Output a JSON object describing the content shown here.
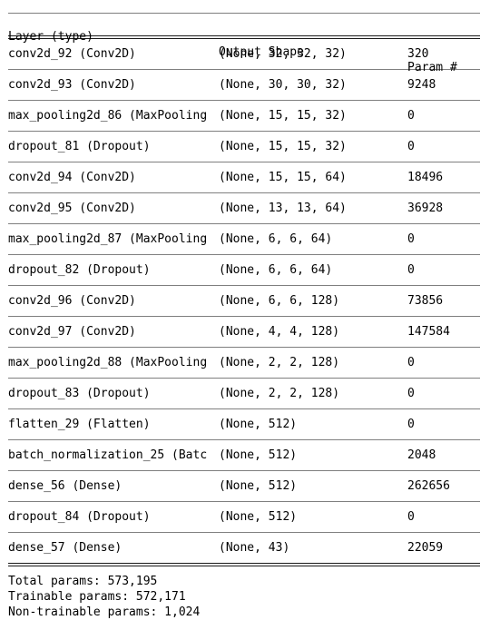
{
  "header": {
    "col_layer": "Layer (type)",
    "col_shape": "Output Shape",
    "col_params": "Param #"
  },
  "layers": [
    {
      "name": "conv2d_92 (Conv2D)",
      "shape": "(None, 32, 32, 32)",
      "params": "320"
    },
    {
      "name": "conv2d_93 (Conv2D)",
      "shape": "(None, 30, 30, 32)",
      "params": "9248"
    },
    {
      "name": "max_pooling2d_86 (MaxPooling",
      "shape": "(None, 15, 15, 32)",
      "params": "0"
    },
    {
      "name": "dropout_81 (Dropout)",
      "shape": "(None, 15, 15, 32)",
      "params": "0"
    },
    {
      "name": "conv2d_94 (Conv2D)",
      "shape": "(None, 15, 15, 64)",
      "params": "18496"
    },
    {
      "name": "conv2d_95 (Conv2D)",
      "shape": "(None, 13, 13, 64)",
      "params": "36928"
    },
    {
      "name": "max_pooling2d_87 (MaxPooling",
      "shape": "(None, 6, 6, 64)",
      "params": "0"
    },
    {
      "name": "dropout_82 (Dropout)",
      "shape": "(None, 6, 6, 64)",
      "params": "0"
    },
    {
      "name": "conv2d_96 (Conv2D)",
      "shape": "(None, 6, 6, 128)",
      "params": "73856"
    },
    {
      "name": "conv2d_97 (Conv2D)",
      "shape": "(None, 4, 4, 128)",
      "params": "147584"
    },
    {
      "name": "max_pooling2d_88 (MaxPooling",
      "shape": "(None, 2, 2, 128)",
      "params": "0"
    },
    {
      "name": "dropout_83 (Dropout)",
      "shape": "(None, 2, 2, 128)",
      "params": "0"
    },
    {
      "name": "flatten_29 (Flatten)",
      "shape": "(None, 512)",
      "params": "0"
    },
    {
      "name": "batch_normalization_25 (Batc",
      "shape": "(None, 512)",
      "params": "2048"
    },
    {
      "name": "dense_56 (Dense)",
      "shape": "(None, 512)",
      "params": "262656"
    },
    {
      "name": "dropout_84 (Dropout)",
      "shape": "(None, 512)",
      "params": "0"
    },
    {
      "name": "dense_57 (Dense)",
      "shape": "(None, 43)",
      "params": "22059"
    }
  ],
  "totals": {
    "total": "Total params: 573,195",
    "trainable": "Trainable params: 572,171",
    "non_trainable": "Non-trainable params: 1,024"
  }
}
